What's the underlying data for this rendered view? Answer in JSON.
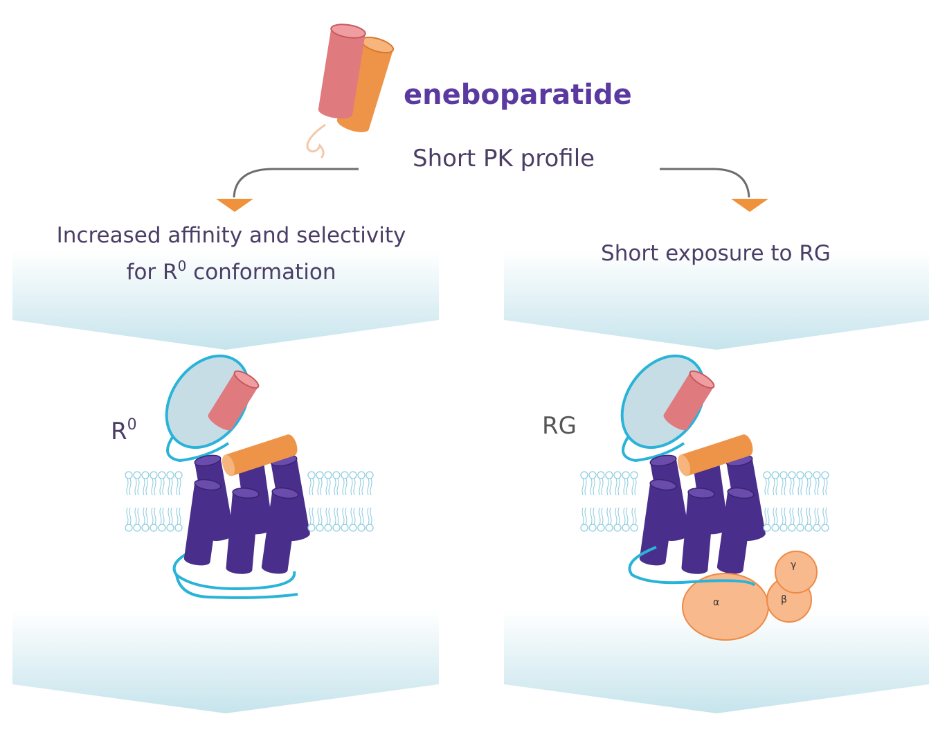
{
  "drug": {
    "name": "eneboparatide",
    "profile": "Short PK profile"
  },
  "left_panel": {
    "caption_line1": "Increased affinity and selectivity",
    "caption_line2_prefix": "for R",
    "caption_line2_sup": "0",
    "caption_line2_suffix": " conformation",
    "state_label": "R",
    "state_label_sup": "0"
  },
  "right_panel": {
    "caption": "Short exposure to RG",
    "state_label": "RG",
    "g_protein": {
      "alpha": "α",
      "beta": "β",
      "gamma": "γ"
    }
  },
  "colors": {
    "helix_pink": "#df7a7e",
    "helix_orange": "#ee9448",
    "receptor_purple": "#4a2e8c",
    "loop_cyan": "#2ab3d8",
    "ecd_fill": "#c7dde6",
    "g_protein": "#f8b98d",
    "arrowhead": "#f0913c",
    "panel_gradient": "#c9e6ee",
    "title_text": "#5b3aa0",
    "body_text": "#4a3e66"
  }
}
